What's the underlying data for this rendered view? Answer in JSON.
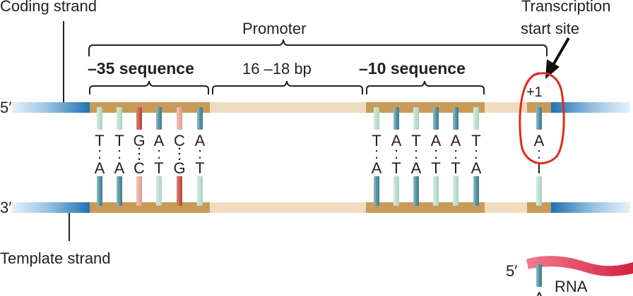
{
  "labels": {
    "coding_strand": "Coding strand",
    "template_strand": "Template strand",
    "promoter": "Promoter",
    "transcription_line1": "Transcription",
    "transcription_line2": "start site",
    "seq35": "–35 sequence",
    "spacer": "16 –18 bp",
    "seq10": "–10 sequence",
    "five_prime": "5′",
    "three_prime": "3′",
    "plus_one": "+1",
    "rna_five_prime": "5′",
    "rna": "RNA",
    "rna_base": "A"
  },
  "pairs": {
    "seq35": [
      {
        "top": "T",
        "bottom": "A",
        "bond": ":"
      },
      {
        "top": "T",
        "bottom": "A",
        "bond": ":"
      },
      {
        "top": "G",
        "bottom": "C",
        "bond": "⋮"
      },
      {
        "top": "A",
        "bottom": "T",
        "bond": ":"
      },
      {
        "top": "C",
        "bottom": "G",
        "bond": "⋮"
      },
      {
        "top": "A",
        "bottom": "T",
        "bond": ":"
      }
    ],
    "seq10": [
      {
        "top": "T",
        "bottom": "A",
        "bond": ":"
      },
      {
        "top": "A",
        "bottom": "T",
        "bond": ":"
      },
      {
        "top": "T",
        "bottom": "A",
        "bond": ":"
      },
      {
        "top": "A",
        "bottom": "T",
        "bond": ":"
      },
      {
        "top": "A",
        "bottom": "T",
        "bond": ":"
      },
      {
        "top": "T",
        "bottom": "A",
        "bond": ":"
      }
    ],
    "start": [
      {
        "top": "A",
        "bottom": "T",
        "bond": ":"
      }
    ]
  },
  "colors": {
    "backbone_blue": "#1a6fb0",
    "backbone_light": "#cfe3f2",
    "region_tan": "#c99a58",
    "region_light": "#efdcbf",
    "stick_teal": "#5f9aa8",
    "stick_red": "#c0574a",
    "stick_light_red": "#e6a89c",
    "annotation_red": "#e02b1f",
    "rna_pink": "#e03a5a"
  }
}
